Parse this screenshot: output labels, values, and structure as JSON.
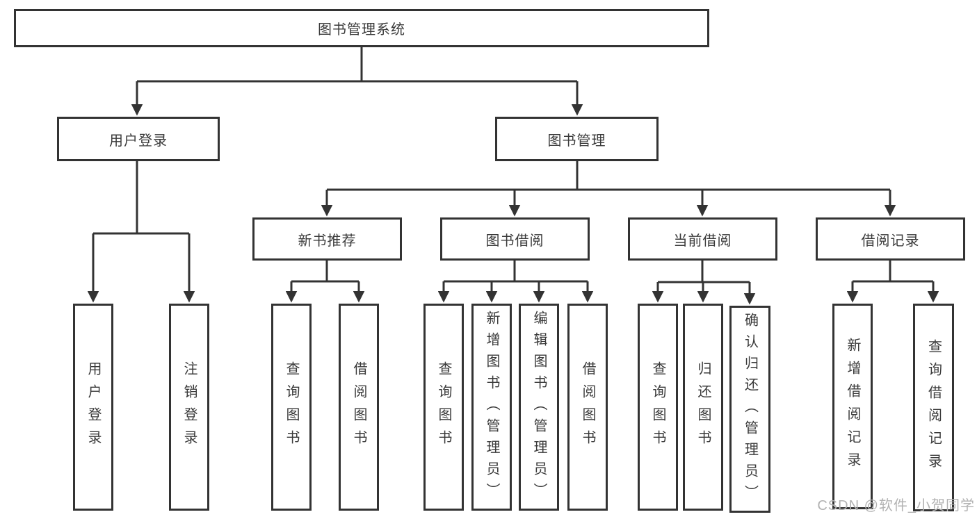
{
  "diagram_title": "图书管理系统",
  "colors": {
    "line": "#333333",
    "box_border": "#333333",
    "box_fill": "#ffffff",
    "text": "#3a3a3a",
    "watermark": "#b2b2b2",
    "background": "#ffffff"
  },
  "tree": {
    "label": "图书管理系统",
    "children": [
      {
        "label": "用户登录",
        "children": [
          {
            "label": "用户登录"
          },
          {
            "label": "注销登录"
          }
        ]
      },
      {
        "label": "图书管理",
        "children": [
          {
            "label": "新书推荐",
            "children": [
              {
                "label": "查询图书"
              },
              {
                "label": "借阅图书"
              }
            ]
          },
          {
            "label": "图书借阅",
            "children": [
              {
                "label": "查询图书"
              },
              {
                "label": "新增图书（管理员）"
              },
              {
                "label": "编辑图书（管理员）"
              },
              {
                "label": "借阅图书"
              }
            ]
          },
          {
            "label": "当前借阅",
            "children": [
              {
                "label": "查询图书"
              },
              {
                "label": "归还图书"
              },
              {
                "label": "确认归还（管理员）"
              }
            ]
          },
          {
            "label": "借阅记录",
            "children": [
              {
                "label": "新增借阅记录"
              },
              {
                "label": "查询借阅记录"
              }
            ]
          }
        ]
      }
    ]
  },
  "watermark": "CSDN @软件_小贺同学"
}
